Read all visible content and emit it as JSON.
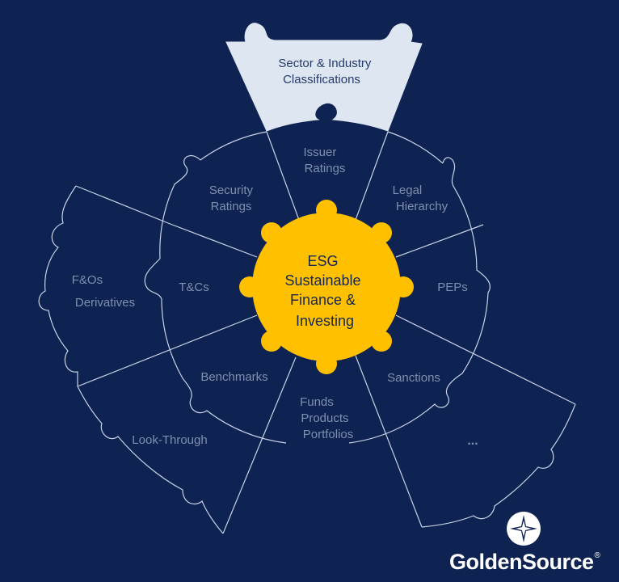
{
  "diagram": {
    "center": {
      "lines": [
        "ESG",
        "Sustainable",
        "Finance &",
        "Investing"
      ]
    },
    "highlighted": {
      "lines": [
        "Sector & Industry",
        "Classifications"
      ]
    },
    "inner_ring": [
      {
        "lines": [
          "Issuer",
          "Ratings"
        ]
      },
      {
        "lines": [
          "Legal",
          "Hierarchy"
        ]
      },
      {
        "lines": [
          "PEPs"
        ]
      },
      {
        "lines": [
          "Sanctions"
        ]
      },
      {
        "lines": [
          "Funds",
          "Products",
          "Portfolios"
        ]
      },
      {
        "lines": [
          "Benchmarks"
        ]
      },
      {
        "lines": [
          "T&Cs"
        ]
      },
      {
        "lines": [
          "Security",
          "Ratings"
        ]
      }
    ],
    "outer": [
      {
        "lines": [
          "F&Os",
          "Derivatives"
        ]
      },
      {
        "lines": [
          "Look-Through"
        ]
      },
      {
        "lines": [
          "..."
        ]
      }
    ]
  },
  "brand": {
    "name": "GoldenSource",
    "mark": "®"
  },
  "colors": {
    "background": "#0f2352",
    "core": "#ffc000",
    "highlight": "#dde6f1",
    "outline": "#c9d3e6"
  }
}
